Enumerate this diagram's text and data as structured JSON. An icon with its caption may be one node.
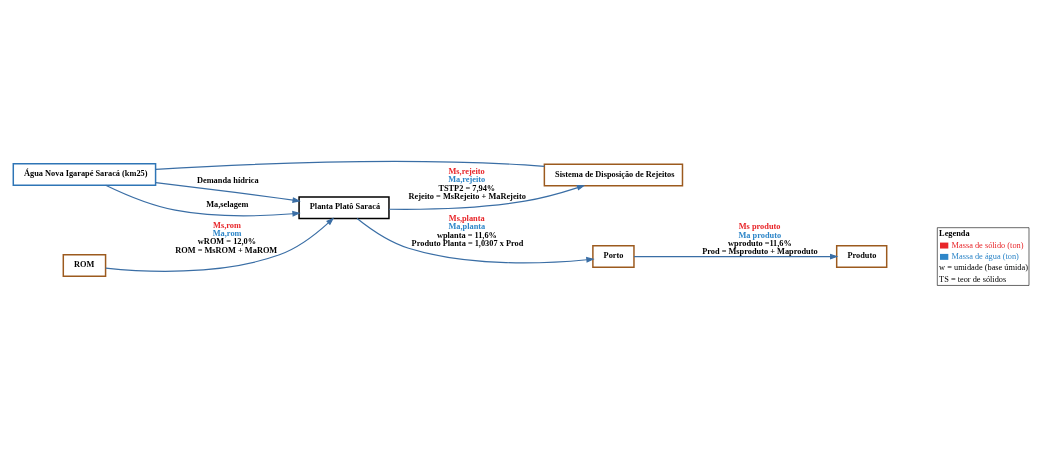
{
  "diagram": {
    "nodes": [
      {
        "text": [
          "Água Nova Igarapé Saracá (km25)"
        ]
      },
      {
        "text": [
          "ROM"
        ]
      },
      {
        "text": [
          "Planta Platô Saracá"
        ]
      },
      {
        "text": [
          "Porto"
        ]
      },
      {
        "text": [
          "Produto"
        ]
      },
      {
        "text": [
          "Sistema de Disposição de Rejeitos"
        ]
      }
    ],
    "edges": [
      {
        "from": 1,
        "to": 2,
        "arrow": "to",
        "label": [
          "Ms,rom",
          "Ma,rom",
          "wROM = 12,0%",
          "ROM = MsROM + MaROM"
        ]
      },
      {
        "from": 0,
        "to": 2,
        "arrow": "to",
        "label": [
          "Ma,selagem"
        ]
      },
      {
        "from": 0,
        "to": 2,
        "arrow": "to",
        "label": [
          "Demanda hídrica"
        ]
      },
      {
        "from": 2,
        "to": 3,
        "arrow": "to",
        "label": [
          "Ms,planta",
          "Ma,planta",
          "wplanta = 11,6%",
          "Produto Planta = 1,0307 x Prod"
        ]
      },
      {
        "from": 3,
        "to": 4,
        "arrow": "to",
        "label": [
          "Ms produto",
          "Ma produto",
          "wproduto =11,6%",
          "Prod = Msproduto + Maproduto"
        ]
      },
      {
        "from": 2,
        "to": 5,
        "arrow": "to",
        "label": [
          "Ms,rejeito",
          "Ma,rejeito",
          "TSTP2 = 7,94%",
          "Rejeito = MsRejeito + MaRejeito"
        ]
      },
      {
        "from": 0,
        "to": 5,
        "arrow": "none"
      }
    ],
    "labels": [
      "Legenda",
      "w = umidade (base úmida)",
      "TS = teor de sólidos"
    ],
    "legend": [
      {
        "text": "Massa de sólido (ton)",
        "color": "#e8262a"
      },
      {
        "text": "Massa de água (ton)",
        "color": "#2e86c8"
      }
    ]
  }
}
